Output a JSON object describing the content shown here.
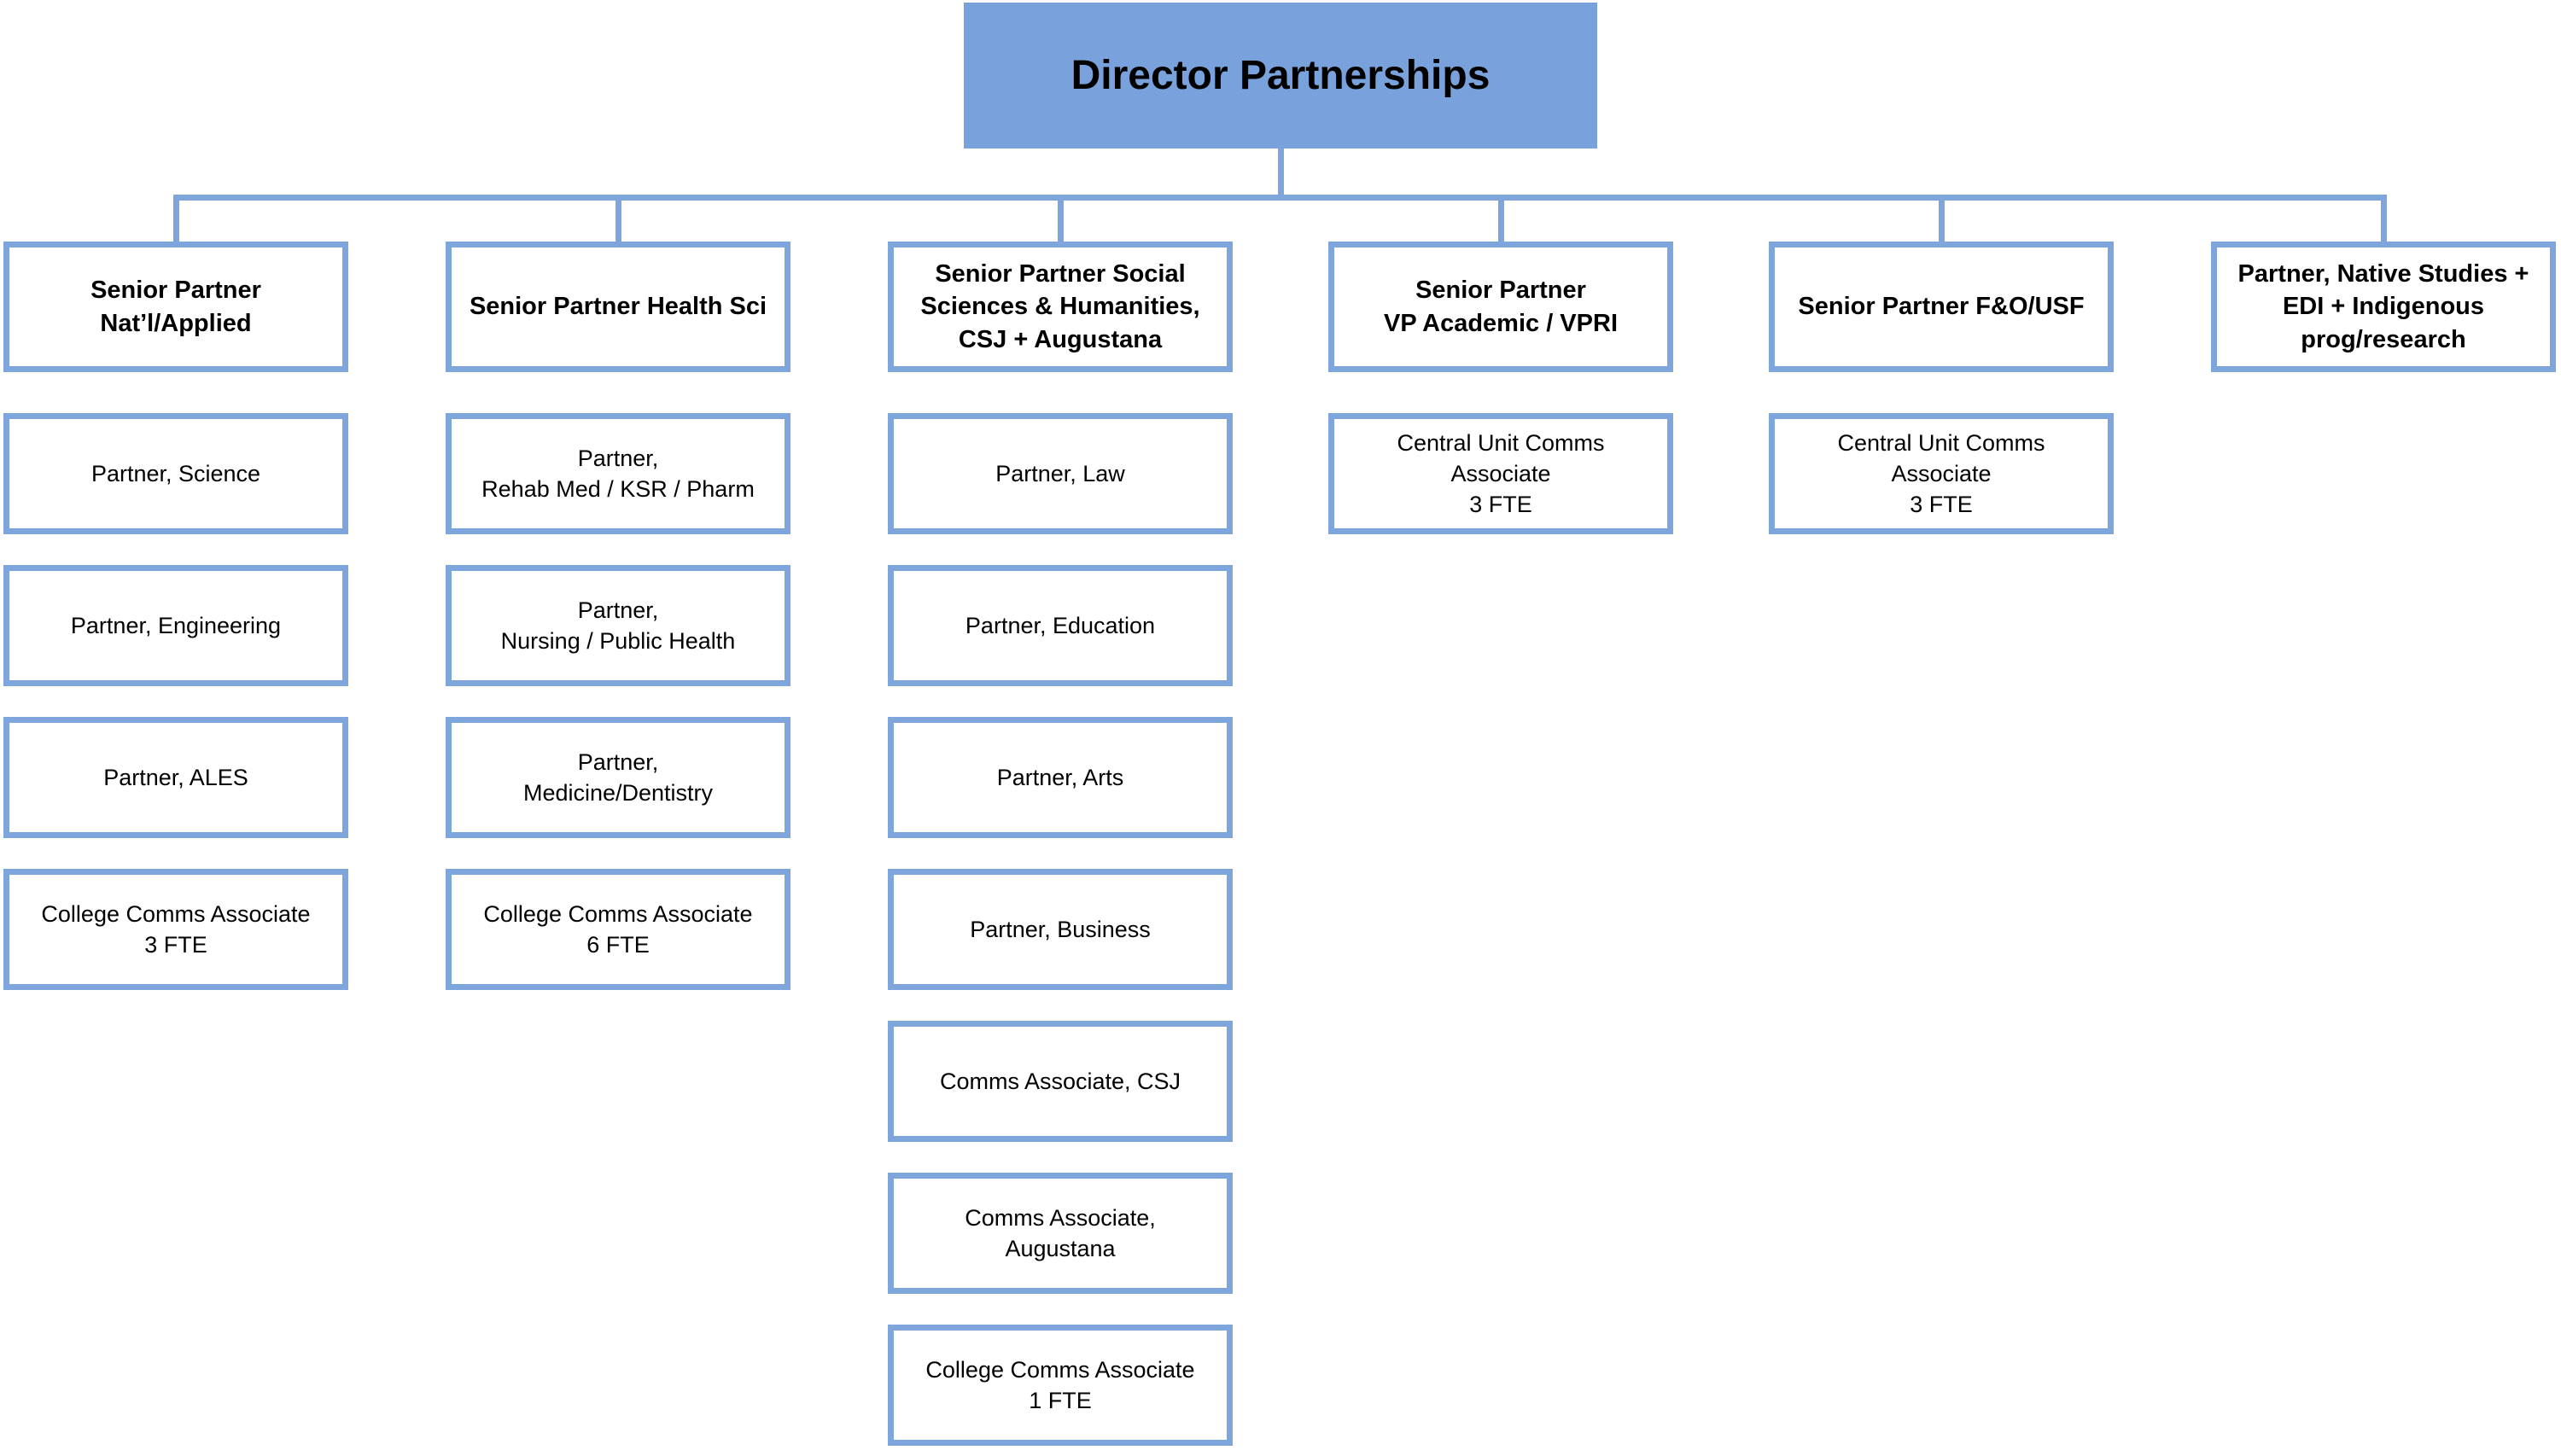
{
  "colors": {
    "node_fill": "#79a1db",
    "node_border": "#7ea6dd",
    "connector": "#7ea6dd",
    "text": "#000000",
    "background": "#ffffff"
  },
  "director": {
    "title": "Director Partnerships"
  },
  "columns": [
    {
      "header": "Senior Partner\nNat’l/Applied",
      "children": [
        "Partner, Science",
        "Partner, Engineering",
        "Partner, ALES",
        "College Comms Associate\n3 FTE"
      ]
    },
    {
      "header": "Senior Partner Health Sci",
      "children": [
        "Partner,\nRehab Med / KSR / Pharm",
        "Partner,\nNursing / Public Health",
        "Partner,\nMedicine/Dentistry",
        "College Comms Associate\n6 FTE"
      ]
    },
    {
      "header": "Senior Partner Social\nSciences & Humanities,\nCSJ + Augustana",
      "children": [
        "Partner, Law",
        "Partner, Education",
        "Partner, Arts",
        "Partner, Business",
        "Comms Associate, CSJ",
        "Comms Associate,\nAugustana",
        "College Comms Associate\n1 FTE"
      ]
    },
    {
      "header": "Senior Partner\nVP Academic / VPRI",
      "children": [
        "Central Unit Comms\nAssociate\n3 FTE"
      ]
    },
    {
      "header": "Senior Partner F&O/USF",
      "children": [
        "Central Unit Comms\nAssociate\n3 FTE"
      ]
    },
    {
      "header": "Partner, Native Studies +\nEDI + Indigenous\nprog/research",
      "children": []
    }
  ]
}
